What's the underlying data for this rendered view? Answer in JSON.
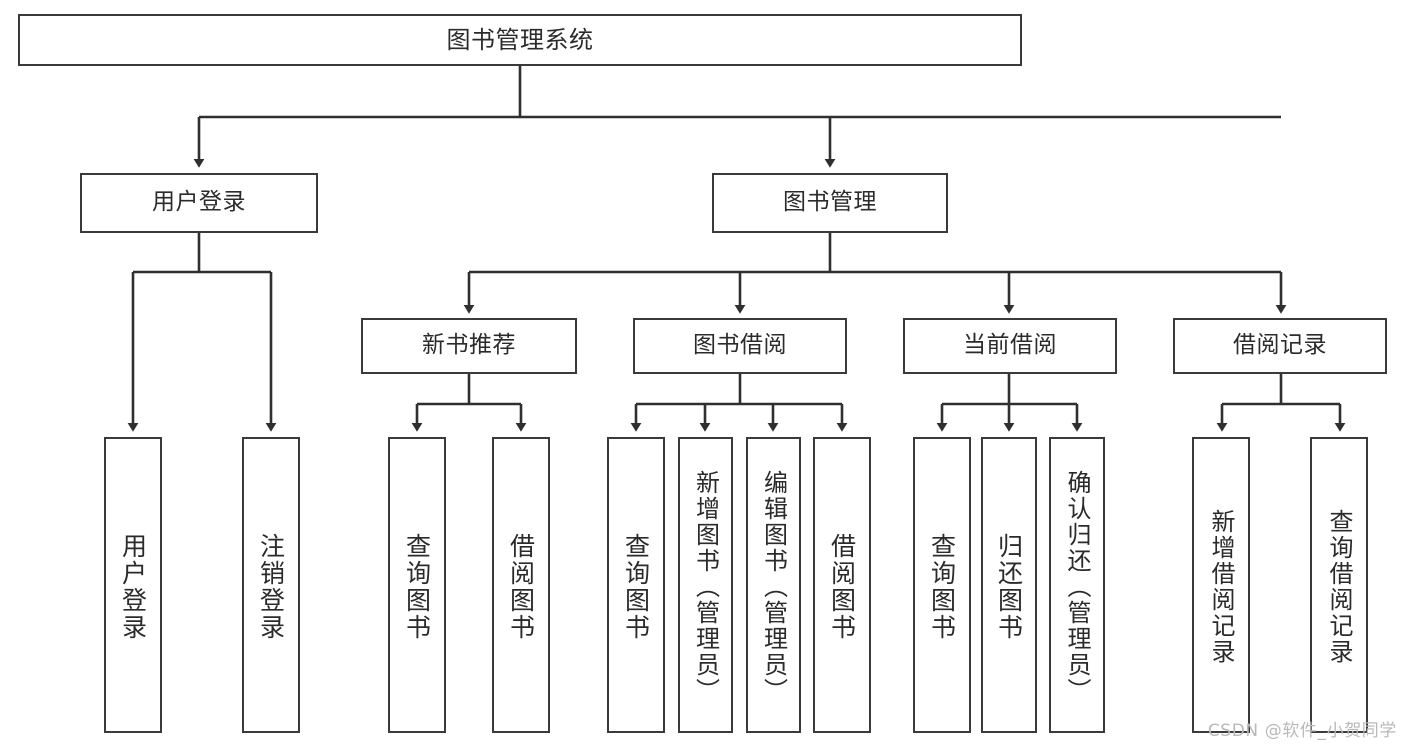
{
  "diagram": {
    "title": "图书管理系统",
    "type": "tree",
    "watermark": "CSDN @软件_小贺同学",
    "colors": {
      "border": "#3a3a3a",
      "text": "#2b2b2b",
      "background": "#ffffff",
      "watermark": "#b9b9b9"
    },
    "nodes": {
      "root": {
        "label": "图书管理系统"
      },
      "level2": [
        {
          "id": "user-login",
          "label": "用户登录"
        },
        {
          "id": "book-manage",
          "label": "图书管理"
        }
      ],
      "level3": [
        {
          "id": "new-book-rec",
          "label": "新书推荐"
        },
        {
          "id": "book-borrow",
          "label": "图书借阅"
        },
        {
          "id": "current-borrow",
          "label": "当前借阅"
        },
        {
          "id": "borrow-record",
          "label": "借阅记录"
        }
      ],
      "leaves": {
        "user_login": [
          {
            "id": "leaf-user-login",
            "label": "用户登录"
          },
          {
            "id": "leaf-logout",
            "label": "注销登录"
          }
        ],
        "new_book_rec": [
          {
            "id": "leaf-query-book-1",
            "label": "查询图书"
          },
          {
            "id": "leaf-borrow-book-1",
            "label": "借阅图书"
          }
        ],
        "book_borrow": [
          {
            "id": "leaf-query-book-2",
            "label": "查询图书"
          },
          {
            "id": "leaf-add-book",
            "label": "新增图书（管理员）"
          },
          {
            "id": "leaf-edit-book",
            "label": "编辑图书（管理员）"
          },
          {
            "id": "leaf-borrow-book-2",
            "label": "借阅图书"
          }
        ],
        "current_borrow": [
          {
            "id": "leaf-query-book-3",
            "label": "查询图书"
          },
          {
            "id": "leaf-return-book",
            "label": "归还图书"
          },
          {
            "id": "leaf-confirm-return",
            "label": "确认归还（管理员）"
          }
        ],
        "borrow_record": [
          {
            "id": "leaf-add-record",
            "label": "新增借阅记录"
          },
          {
            "id": "leaf-query-record",
            "label": "查询借阅记录"
          }
        ]
      }
    }
  }
}
